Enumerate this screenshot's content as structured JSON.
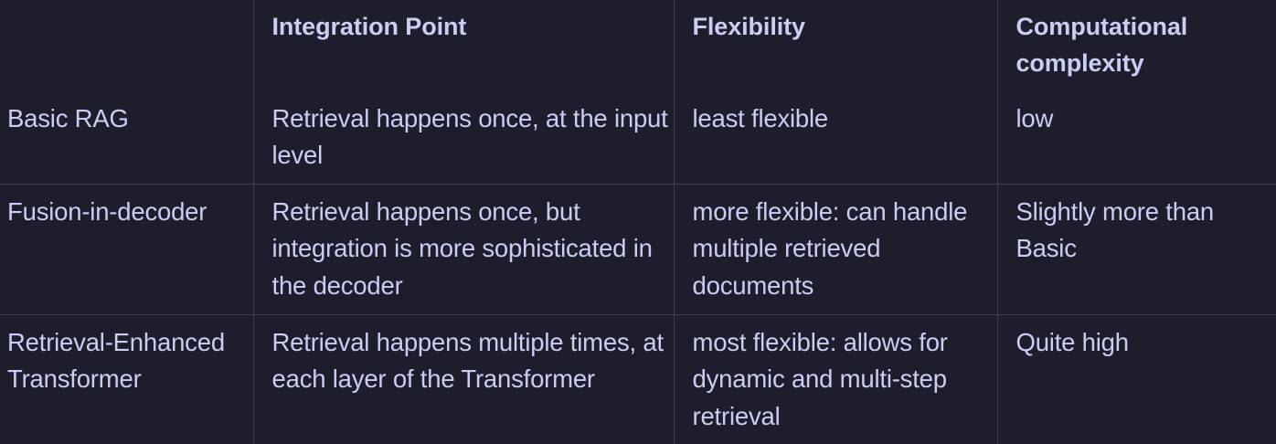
{
  "table": {
    "name": "rag-architecture-comparison",
    "colors": {
      "background": "#1d1d2b",
      "text": "#c9cef2",
      "border": "#3b3e53"
    },
    "headers": [
      "",
      "Integration Point",
      "Flexibility",
      "Computational complexity"
    ],
    "rows": [
      {
        "label": "Basic RAG",
        "integration_point": "Retrieval happens once, at the input level",
        "flexibility": "least flexible",
        "computational_complexity": "low"
      },
      {
        "label": "Fusion-in-decoder",
        "integration_point": "Retrieval happens once, but integration is more sophisticated in the decoder",
        "flexibility": "more flexible: can handle  multiple retrieved documents",
        "computational_complexity": "Slightly more than Basic"
      },
      {
        "label": "Retrieval-Enhanced Transformer",
        "integration_point": "Retrieval happens multiple times, at each layer of the Transformer",
        "flexibility": "most flexible: allows for dynamic and multi-step retrieval",
        "computational_complexity": "Quite high"
      }
    ]
  }
}
